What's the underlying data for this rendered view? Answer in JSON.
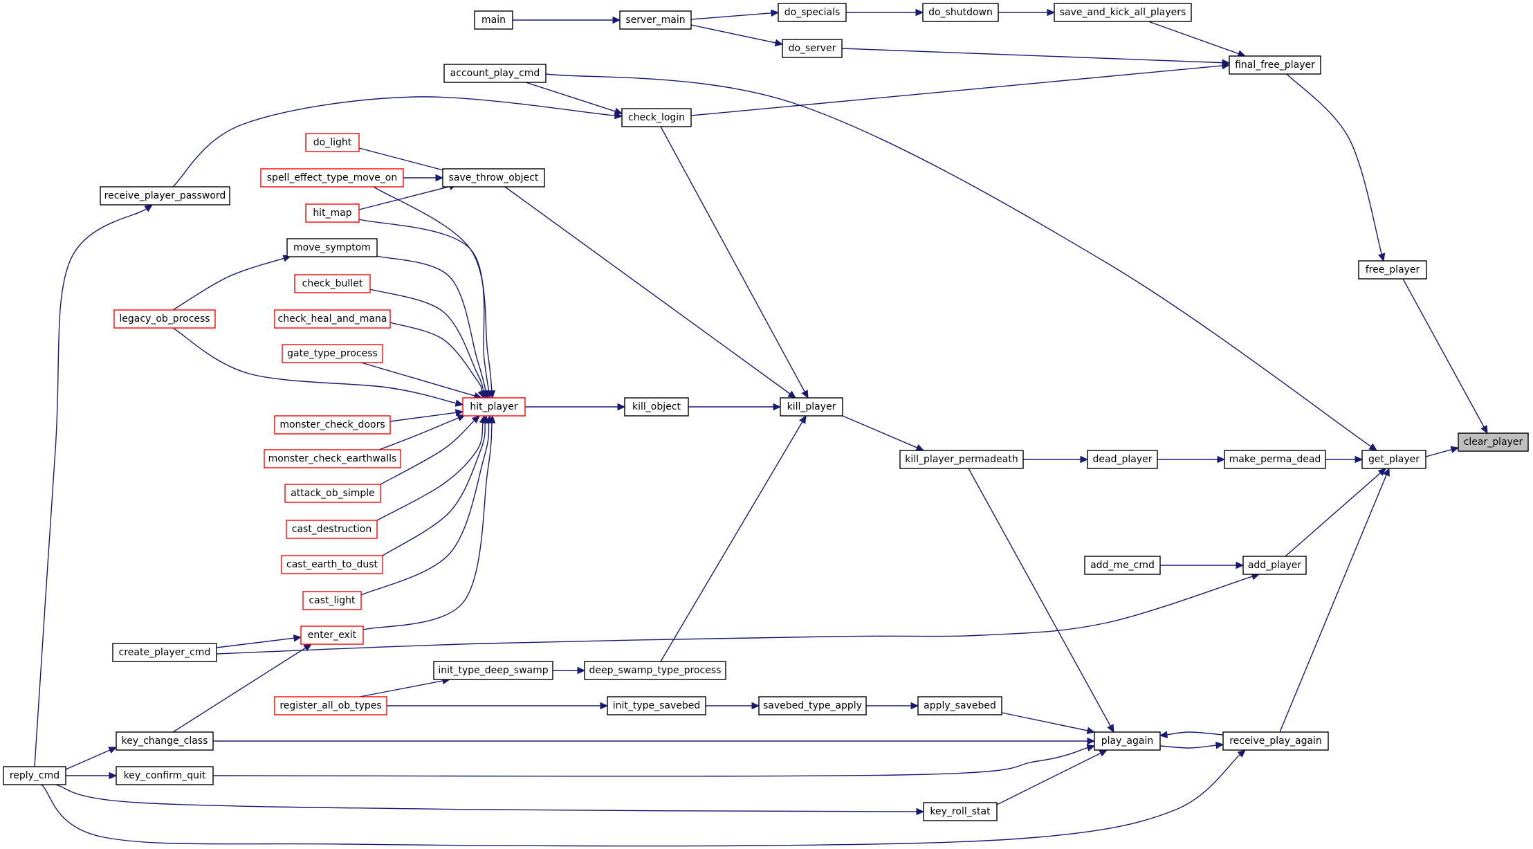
{
  "graph": {
    "colors": {
      "edge": "#191970",
      "node_border": "#000000",
      "node_border_truncated": "#ff0000",
      "node_highlight_fill": "#bfbfbf"
    },
    "nodes": [
      {
        "id": "main",
        "label": "main",
        "style": "normal"
      },
      {
        "id": "server_main",
        "label": "server_main",
        "style": "normal"
      },
      {
        "id": "do_specials",
        "label": "do_specials",
        "style": "normal"
      },
      {
        "id": "do_shutdown",
        "label": "do_shutdown",
        "style": "normal"
      },
      {
        "id": "save_and_kick_all_players",
        "label": "save_and_kick_all_players",
        "style": "normal"
      },
      {
        "id": "do_server",
        "label": "do_server",
        "style": "normal"
      },
      {
        "id": "final_free_player",
        "label": "final_free_player",
        "style": "normal"
      },
      {
        "id": "account_play_cmd",
        "label": "account_play_cmd",
        "style": "normal"
      },
      {
        "id": "check_login",
        "label": "check_login",
        "style": "normal"
      },
      {
        "id": "do_light",
        "label": "do_light",
        "style": "red"
      },
      {
        "id": "spell_effect_type_move_on",
        "label": "spell_effect_type_move_on",
        "style": "red"
      },
      {
        "id": "save_throw_object",
        "label": "save_throw_object",
        "style": "normal"
      },
      {
        "id": "receive_player_password",
        "label": "receive_player_password",
        "style": "normal"
      },
      {
        "id": "hit_map",
        "label": "hit_map",
        "style": "red"
      },
      {
        "id": "move_symptom",
        "label": "move_symptom",
        "style": "normal"
      },
      {
        "id": "check_bullet",
        "label": "check_bullet",
        "style": "red"
      },
      {
        "id": "legacy_ob_process",
        "label": "legacy_ob_process",
        "style": "red"
      },
      {
        "id": "check_heal_and_mana",
        "label": "check_heal_and_mana",
        "style": "red"
      },
      {
        "id": "gate_type_process",
        "label": "gate_type_process",
        "style": "red"
      },
      {
        "id": "free_player",
        "label": "free_player",
        "style": "normal"
      },
      {
        "id": "hit_player",
        "label": "hit_player",
        "style": "red"
      },
      {
        "id": "kill_object",
        "label": "kill_object",
        "style": "normal"
      },
      {
        "id": "kill_player",
        "label": "kill_player",
        "style": "normal"
      },
      {
        "id": "monster_check_doors",
        "label": "monster_check_doors",
        "style": "red"
      },
      {
        "id": "clear_player",
        "label": "clear_player",
        "style": "highlight"
      },
      {
        "id": "monster_check_earthwalls",
        "label": "monster_check_earthwalls",
        "style": "red"
      },
      {
        "id": "kill_player_permadeath",
        "label": "kill_player_permadeath",
        "style": "normal"
      },
      {
        "id": "dead_player",
        "label": "dead_player",
        "style": "normal"
      },
      {
        "id": "make_perma_dead",
        "label": "make_perma_dead",
        "style": "normal"
      },
      {
        "id": "get_player",
        "label": "get_player",
        "style": "normal"
      },
      {
        "id": "attack_ob_simple",
        "label": "attack_ob_simple",
        "style": "red"
      },
      {
        "id": "cast_destruction",
        "label": "cast_destruction",
        "style": "red"
      },
      {
        "id": "cast_earth_to_dust",
        "label": "cast_earth_to_dust",
        "style": "red"
      },
      {
        "id": "add_me_cmd",
        "label": "add_me_cmd",
        "style": "normal"
      },
      {
        "id": "add_player",
        "label": "add_player",
        "style": "normal"
      },
      {
        "id": "cast_light",
        "label": "cast_light",
        "style": "red"
      },
      {
        "id": "enter_exit",
        "label": "enter_exit",
        "style": "red"
      },
      {
        "id": "create_player_cmd",
        "label": "create_player_cmd",
        "style": "normal"
      },
      {
        "id": "init_type_deep_swamp",
        "label": "init_type_deep_swamp",
        "style": "normal"
      },
      {
        "id": "deep_swamp_type_process",
        "label": "deep_swamp_type_process",
        "style": "normal"
      },
      {
        "id": "register_all_ob_types",
        "label": "register_all_ob_types",
        "style": "red"
      },
      {
        "id": "init_type_savebed",
        "label": "init_type_savebed",
        "style": "normal"
      },
      {
        "id": "savebed_type_apply",
        "label": "savebed_type_apply",
        "style": "normal"
      },
      {
        "id": "apply_savebed",
        "label": "apply_savebed",
        "style": "normal"
      },
      {
        "id": "key_change_class",
        "label": "key_change_class",
        "style": "normal"
      },
      {
        "id": "play_again",
        "label": "play_again",
        "style": "normal"
      },
      {
        "id": "receive_play_again",
        "label": "receive_play_again",
        "style": "normal"
      },
      {
        "id": "reply_cmd",
        "label": "reply_cmd",
        "style": "normal"
      },
      {
        "id": "key_confirm_quit",
        "label": "key_confirm_quit",
        "style": "normal"
      },
      {
        "id": "key_roll_stat",
        "label": "key_roll_stat",
        "style": "normal"
      }
    ],
    "edges": [
      {
        "from": "main",
        "to": "server_main"
      },
      {
        "from": "server_main",
        "to": "do_specials"
      },
      {
        "from": "server_main",
        "to": "do_server"
      },
      {
        "from": "do_specials",
        "to": "do_shutdown"
      },
      {
        "from": "do_shutdown",
        "to": "save_and_kick_all_players"
      },
      {
        "from": "save_and_kick_all_players",
        "to": "final_free_player"
      },
      {
        "from": "do_server",
        "to": "final_free_player"
      },
      {
        "from": "check_login",
        "to": "final_free_player"
      },
      {
        "from": "final_free_player",
        "to": "free_player"
      },
      {
        "from": "free_player",
        "to": "clear_player"
      },
      {
        "from": "get_player",
        "to": "clear_player"
      },
      {
        "from": "account_play_cmd",
        "to": "check_login"
      },
      {
        "from": "account_play_cmd",
        "to": "get_player"
      },
      {
        "from": "receive_player_password",
        "to": "check_login"
      },
      {
        "from": "reply_cmd",
        "to": "receive_player_password"
      },
      {
        "from": "do_light",
        "to": "save_throw_object"
      },
      {
        "from": "spell_effect_type_move_on",
        "to": "save_throw_object"
      },
      {
        "from": "hit_map",
        "to": "save_throw_object"
      },
      {
        "from": "save_throw_object",
        "to": "kill_player"
      },
      {
        "from": "check_login",
        "to": "kill_player"
      },
      {
        "from": "legacy_ob_process",
        "to": "move_symptom"
      },
      {
        "from": "spell_effect_type_move_on",
        "to": "hit_player"
      },
      {
        "from": "hit_map",
        "to": "hit_player"
      },
      {
        "from": "move_symptom",
        "to": "hit_player"
      },
      {
        "from": "check_bullet",
        "to": "hit_player"
      },
      {
        "from": "check_heal_and_mana",
        "to": "hit_player"
      },
      {
        "from": "gate_type_process",
        "to": "hit_player"
      },
      {
        "from": "legacy_ob_process",
        "to": "hit_player"
      },
      {
        "from": "monster_check_doors",
        "to": "hit_player"
      },
      {
        "from": "monster_check_earthwalls",
        "to": "hit_player"
      },
      {
        "from": "attack_ob_simple",
        "to": "hit_player"
      },
      {
        "from": "cast_destruction",
        "to": "hit_player"
      },
      {
        "from": "cast_earth_to_dust",
        "to": "hit_player"
      },
      {
        "from": "cast_light",
        "to": "hit_player"
      },
      {
        "from": "enter_exit",
        "to": "hit_player"
      },
      {
        "from": "hit_player",
        "to": "kill_object"
      },
      {
        "from": "kill_object",
        "to": "kill_player"
      },
      {
        "from": "deep_swamp_type_process",
        "to": "kill_player"
      },
      {
        "from": "kill_player",
        "to": "kill_player_permadeath"
      },
      {
        "from": "kill_player_permadeath",
        "to": "dead_player"
      },
      {
        "from": "dead_player",
        "to": "make_perma_dead"
      },
      {
        "from": "make_perma_dead",
        "to": "get_player"
      },
      {
        "from": "add_player",
        "to": "get_player"
      },
      {
        "from": "receive_play_again",
        "to": "get_player"
      },
      {
        "from": "add_me_cmd",
        "to": "add_player"
      },
      {
        "from": "create_player_cmd",
        "to": "add_player"
      },
      {
        "from": "create_player_cmd",
        "to": "enter_exit"
      },
      {
        "from": "key_change_class",
        "to": "enter_exit"
      },
      {
        "from": "init_type_deep_swamp",
        "to": "deep_swamp_type_process"
      },
      {
        "from": "register_all_ob_types",
        "to": "init_type_deep_swamp"
      },
      {
        "from": "register_all_ob_types",
        "to": "init_type_savebed"
      },
      {
        "from": "init_type_savebed",
        "to": "savebed_type_apply"
      },
      {
        "from": "savebed_type_apply",
        "to": "apply_savebed"
      },
      {
        "from": "apply_savebed",
        "to": "play_again"
      },
      {
        "from": "kill_player_permadeath",
        "to": "play_again"
      },
      {
        "from": "key_change_class",
        "to": "play_again"
      },
      {
        "from": "key_confirm_quit",
        "to": "play_again"
      },
      {
        "from": "key_roll_stat",
        "to": "play_again"
      },
      {
        "from": "receive_play_again",
        "to": "play_again"
      },
      {
        "from": "play_again",
        "to": "receive_play_again"
      },
      {
        "from": "reply_cmd",
        "to": "key_change_class"
      },
      {
        "from": "reply_cmd",
        "to": "key_confirm_quit"
      },
      {
        "from": "reply_cmd",
        "to": "key_roll_stat"
      },
      {
        "from": "reply_cmd",
        "to": "receive_play_again"
      }
    ]
  }
}
